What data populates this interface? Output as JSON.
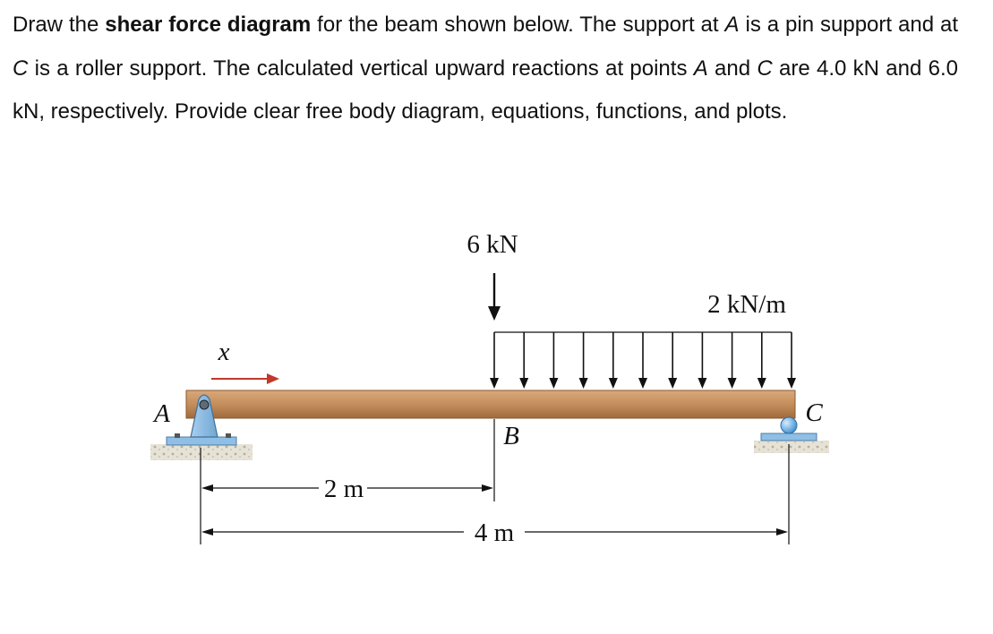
{
  "problem": {
    "intro": "Draw the ",
    "bold": "shear force diagram",
    "part1": " for the beam shown below. The support at ",
    "pointA": "A",
    "part2": " is a pin support and at ",
    "pointC": "C",
    "part3": " is a roller support. The calculated vertical upward reactions at points ",
    "pointA2": "A",
    "and": " and ",
    "pointC2": "C",
    "part4": " are 4.0 kN and 6.0 kN, respectively. Provide clear free body diagram, equations, functions, and plots."
  },
  "figure": {
    "point_load_label": "6 kN",
    "distributed_load_label": "2 kN/m",
    "x_label": "x",
    "label_A": "A",
    "label_B": "B",
    "label_C": "C",
    "dim_AB": "2 m",
    "dim_AC": "4 m"
  },
  "colors": {
    "beam": "#c48e5c",
    "support": "#7fb2d8",
    "x_arrow": "#c0392b",
    "roller": "#6aaee0"
  }
}
